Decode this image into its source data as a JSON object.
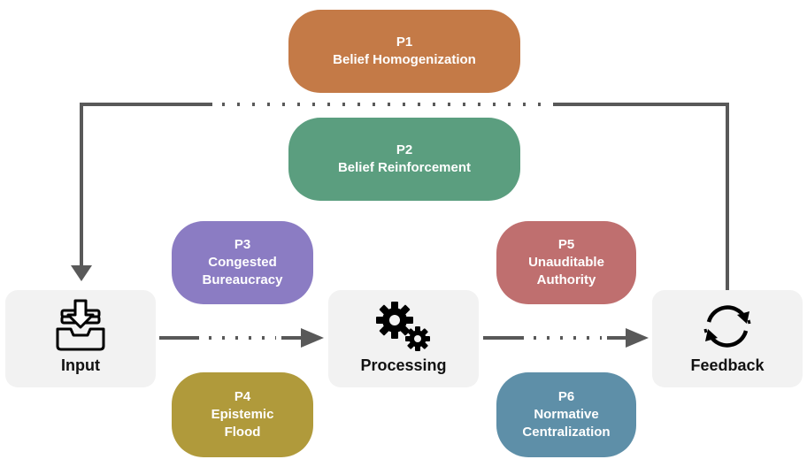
{
  "patterns": {
    "p1": {
      "id": "P1",
      "name": "Belief Homogenization",
      "color": "#c47a47"
    },
    "p2": {
      "id": "P2",
      "name": "Belief Reinforcement",
      "color": "#5b9e7f"
    },
    "p3": {
      "id": "P3",
      "line1": "Congested",
      "line2": "Bureaucracy",
      "color": "#8b7cc3"
    },
    "p4": {
      "id": "P4",
      "line1": "Epistemic",
      "line2": "Flood",
      "color": "#b09a3b"
    },
    "p5": {
      "id": "P5",
      "line1": "Unauditable",
      "line2": "Authority",
      "color": "#bf6f6f"
    },
    "p6": {
      "id": "P6",
      "line1": "Normative",
      "line2": "Centralization",
      "color": "#5e8fa8"
    }
  },
  "stages": {
    "input": {
      "label": "Input",
      "icon": "inbox-download-icon"
    },
    "processing": {
      "label": "Processing",
      "icon": "gears-icon"
    },
    "feedback": {
      "label": "Feedback",
      "icon": "refresh-cycle-icon"
    }
  },
  "colors": {
    "connector": "#595959",
    "node_bg": "#f2f2f2"
  }
}
